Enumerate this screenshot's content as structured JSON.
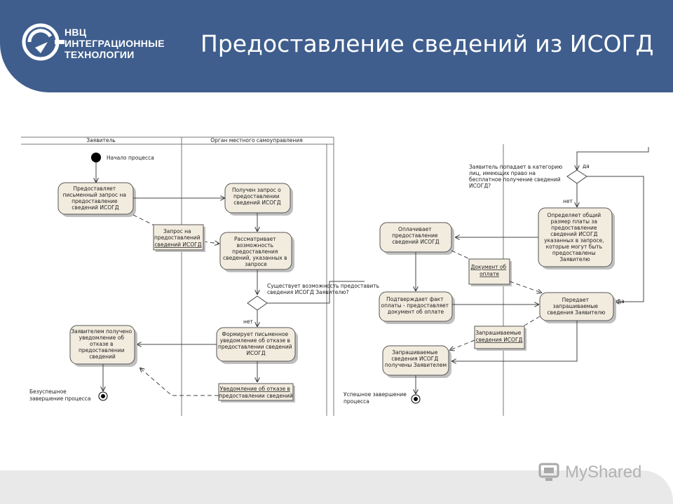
{
  "header": {
    "title": "Предоставление сведений из ИСОГД",
    "logo_lines": [
      "НВЦ",
      "ИНТЕГРАЦИОННЫЕ",
      "ТЕХНОЛОГИИ"
    ]
  },
  "lanes": {
    "left": "Заявитель",
    "right": "Орган местного самоуправления"
  },
  "left_diagram": {
    "start": "Начало процесса",
    "a1": [
      "Предоставляет",
      "письменный запрос на",
      "предоставление",
      "сведений ИСОГД"
    ],
    "a2": [
      "Получен запрос о",
      "предоставлении",
      "сведений ИСОГД"
    ],
    "doc_request": [
      "Запрос на",
      "предоставлений",
      "сведений ИСОГД"
    ],
    "a3": [
      "Рассматривает",
      "возможность",
      "предоставления",
      "сведений, указанных в",
      "запросе"
    ],
    "question": [
      "Существует возможность предоставить",
      "сведения ИСОГД Заявителю?"
    ],
    "no": "нет",
    "a4": [
      "Формирует письменное",
      "уведомление об отказе в",
      "предоставлении сведений",
      "ИСОГД"
    ],
    "a5": [
      "Заявителем получено",
      "уведомление об",
      "отказе в",
      "предоставлении",
      "сведений"
    ],
    "doc_refusal": [
      "Уведомление об отказе в",
      "предоставлении сведений"
    ],
    "end": [
      "Безуспешное",
      "завершение процесса"
    ]
  },
  "right_diagram": {
    "question": [
      "Заявитель попадает в категорию",
      "лиц, имеющих право на",
      "бесплатное получение сведений",
      "ИСОГД?"
    ],
    "yes_top": "да",
    "no": "нет",
    "b1": [
      "Определяет общий",
      "размер платы за",
      "предоставление",
      "сведений ИСОГД",
      "указанных в запросе,",
      "которые могут быть",
      "предоставлены",
      "Заявителю"
    ],
    "b2": [
      "Оплачивает",
      "предоставление",
      "сведений ИСОГД"
    ],
    "doc_payment": [
      "Документ об",
      "оплате"
    ],
    "b3": [
      "Подтверждает факт",
      "оплаты - предоставляет",
      "документ об оплате"
    ],
    "b4": [
      "Передает",
      "запрашиваемые",
      "сведения Заявителю"
    ],
    "yes_mid": "да",
    "doc_data": [
      "Запрашиваемые",
      "сведения ИСОГД"
    ],
    "b5": [
      "Запрашиваемые",
      "сведения ИСОГД",
      "получены Заявителем"
    ],
    "end": [
      "Успешное завершение",
      "процесса"
    ]
  },
  "footer": {
    "brand": "MyShared"
  }
}
